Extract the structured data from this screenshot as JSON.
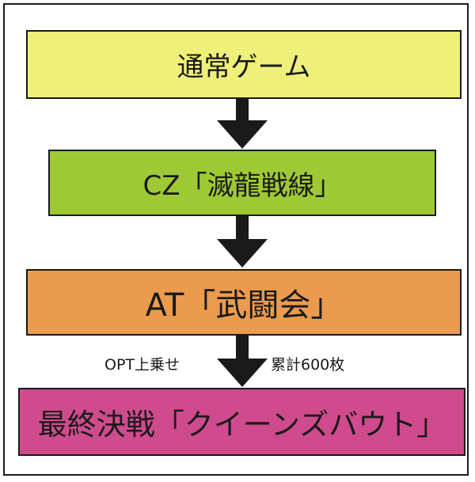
{
  "flow": {
    "steps": [
      {
        "label": "通常ゲーム",
        "color": "#eff07a"
      },
      {
        "label": "CZ「滅龍戦線」",
        "color": "#9ec934"
      },
      {
        "label": "AT「武闘会」",
        "color": "#eb9b4e"
      },
      {
        "label": "最終決戦「クイーンズバウト」",
        "color": "#cf4b8d"
      }
    ],
    "notes": {
      "left": "OPT上乗せ",
      "right": "累計600枚"
    },
    "arrow_color": "#1a1a1a"
  }
}
